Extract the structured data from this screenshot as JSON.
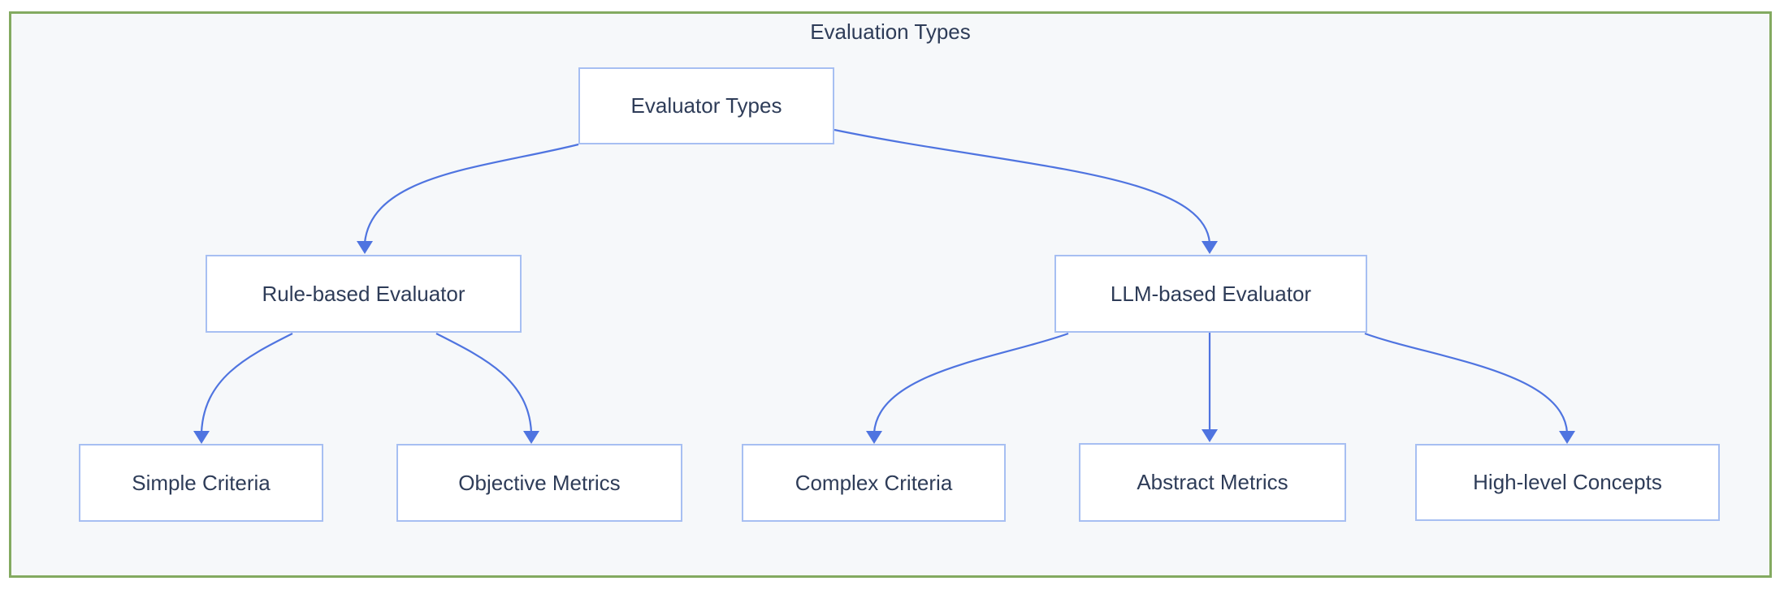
{
  "diagram": {
    "title": "Evaluation Types",
    "type": "flowchart-top-down",
    "nodes": [
      {
        "id": "evaluator-types",
        "label": "Evaluator Types"
      },
      {
        "id": "rule-based-evaluator",
        "label": "Rule-based Evaluator"
      },
      {
        "id": "llm-based-evaluator",
        "label": "LLM-based Evaluator"
      },
      {
        "id": "simple-criteria",
        "label": "Simple Criteria"
      },
      {
        "id": "objective-metrics",
        "label": "Objective Metrics"
      },
      {
        "id": "complex-criteria",
        "label": "Complex Criteria"
      },
      {
        "id": "abstract-metrics",
        "label": "Abstract Metrics"
      },
      {
        "id": "high-level-concepts",
        "label": "High-level Concepts"
      }
    ],
    "edges": [
      {
        "from": "evaluator-types",
        "to": "rule-based-evaluator"
      },
      {
        "from": "evaluator-types",
        "to": "llm-based-evaluator"
      },
      {
        "from": "rule-based-evaluator",
        "to": "simple-criteria"
      },
      {
        "from": "rule-based-evaluator",
        "to": "objective-metrics"
      },
      {
        "from": "llm-based-evaluator",
        "to": "complex-criteria"
      },
      {
        "from": "llm-based-evaluator",
        "to": "abstract-metrics"
      },
      {
        "from": "llm-based-evaluator",
        "to": "high-level-concepts"
      }
    ],
    "colors": {
      "frame_border": "#83aa60",
      "canvas_bg": "#f6f8fa",
      "node_bg": "#ffffff",
      "node_border": "#a7bff2",
      "edge": "#4f74e0",
      "text": "#2e3c58"
    }
  }
}
